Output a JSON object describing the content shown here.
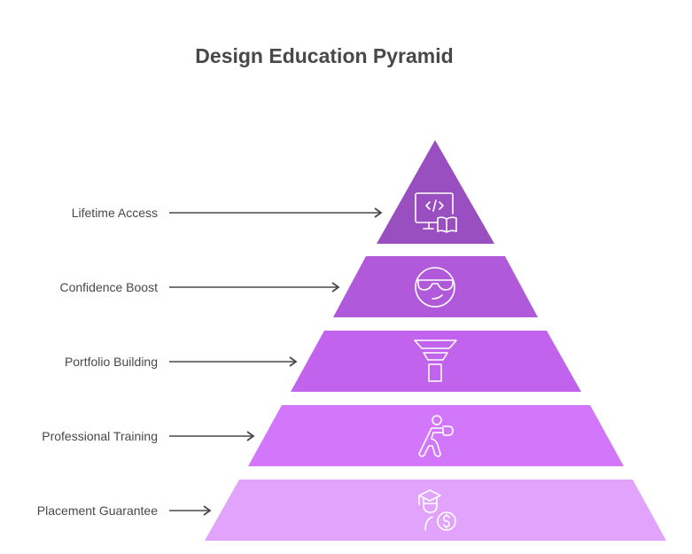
{
  "title": "Design Education Pyramid",
  "colors": {
    "text": "#484848",
    "arrow": "#484848",
    "icon_stroke": "#ffffff"
  },
  "tiers": [
    {
      "label": "Lifetime Access",
      "icon": "monitor-code-book-icon",
      "color": "#9a4fc0"
    },
    {
      "label": "Confidence Boost",
      "icon": "sunglasses-face-icon",
      "color": "#b05adb"
    },
    {
      "label": "Portfolio Building",
      "icon": "funnel-stack-icon",
      "color": "#c163ec"
    },
    {
      "label": "Professional Training",
      "icon": "boxing-person-icon",
      "color": "#d277fc"
    },
    {
      "label": "Placement Guarantee",
      "icon": "graduate-dollar-icon",
      "color": "#e1a3fc"
    }
  ]
}
